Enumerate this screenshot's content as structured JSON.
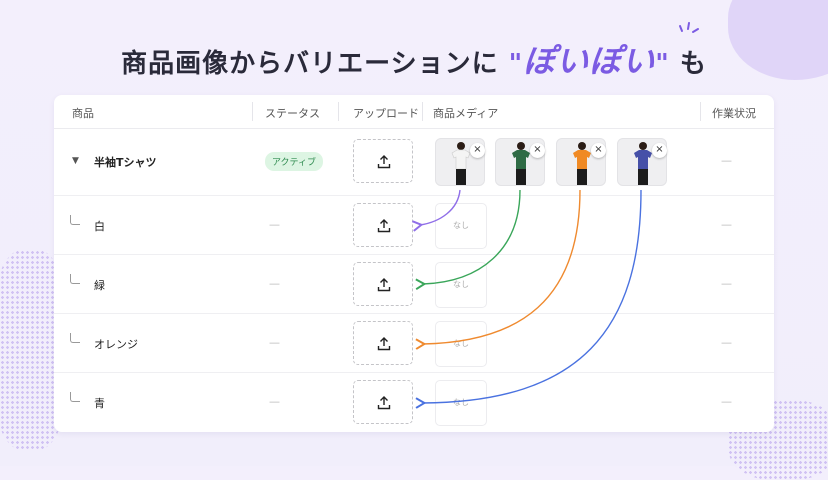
{
  "headline": {
    "prefix": "商品画像からバリエーションに",
    "quote_open": "\"",
    "accent": "ぽいぽい",
    "quote_close": "\"",
    "suffix": "も"
  },
  "table": {
    "columns": [
      "商品",
      "ステータス",
      "アップロード",
      "商品メディア",
      "作業状況"
    ],
    "product": {
      "name": "半袖Tシャツ",
      "status": "アクティブ",
      "work_status": "—"
    },
    "variants": [
      {
        "name": "白",
        "status": "—",
        "media": "なし",
        "work_status": "—"
      },
      {
        "name": "緑",
        "status": "—",
        "media": "なし",
        "work_status": "—"
      },
      {
        "name": "オレンジ",
        "status": "—",
        "media": "なし",
        "work_status": "—"
      },
      {
        "name": "青",
        "status": "—",
        "media": "なし",
        "work_status": "—"
      }
    ],
    "remove_label": "×"
  },
  "colors": {
    "accent": "#7b5be3",
    "shirt_white": "#f4f4f4",
    "shirt_green": "#2f6b45",
    "shirt_orange": "#f08a24",
    "shirt_blue": "#4650a8",
    "arrow_purple": "#8f6ee8",
    "arrow_green": "#3aa65a",
    "arrow_orange": "#ef8a2f",
    "arrow_blue": "#4a72e0"
  },
  "icons": [
    "upload-icon",
    "caret-down-icon",
    "close-icon",
    "branch-icon",
    "sparkle-icon"
  ]
}
